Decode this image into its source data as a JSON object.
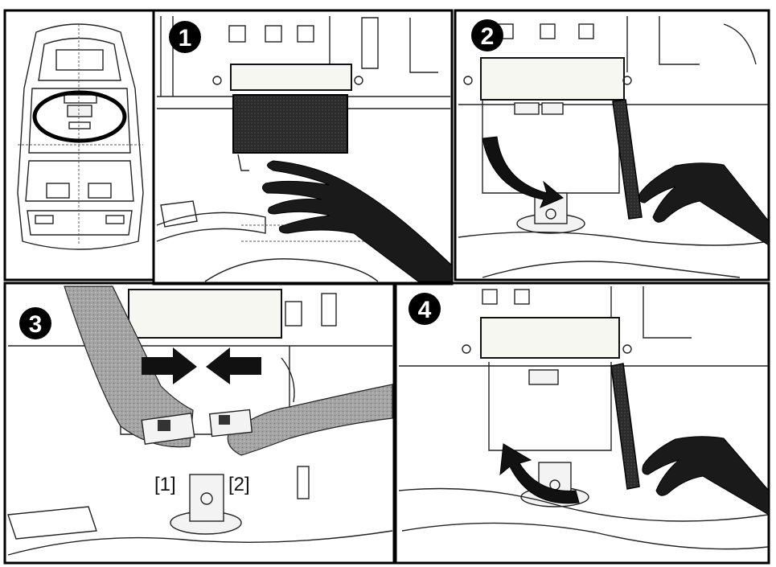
{
  "steps": [
    {
      "number": "1"
    },
    {
      "number": "2"
    },
    {
      "number": "3"
    },
    {
      "number": "4"
    }
  ],
  "connector_labels": [
    "[1]",
    "[2]"
  ],
  "colors": {
    "ink": "#000000",
    "paper": "#ffffff",
    "filter_dark": "#2a2a2a",
    "arm_gray": "#9a9a9a"
  },
  "icons": [
    "step-badge-icon",
    "highlight-circle-icon",
    "curved-arrow-icon",
    "push-arrow-icon",
    "hand-icon"
  ]
}
